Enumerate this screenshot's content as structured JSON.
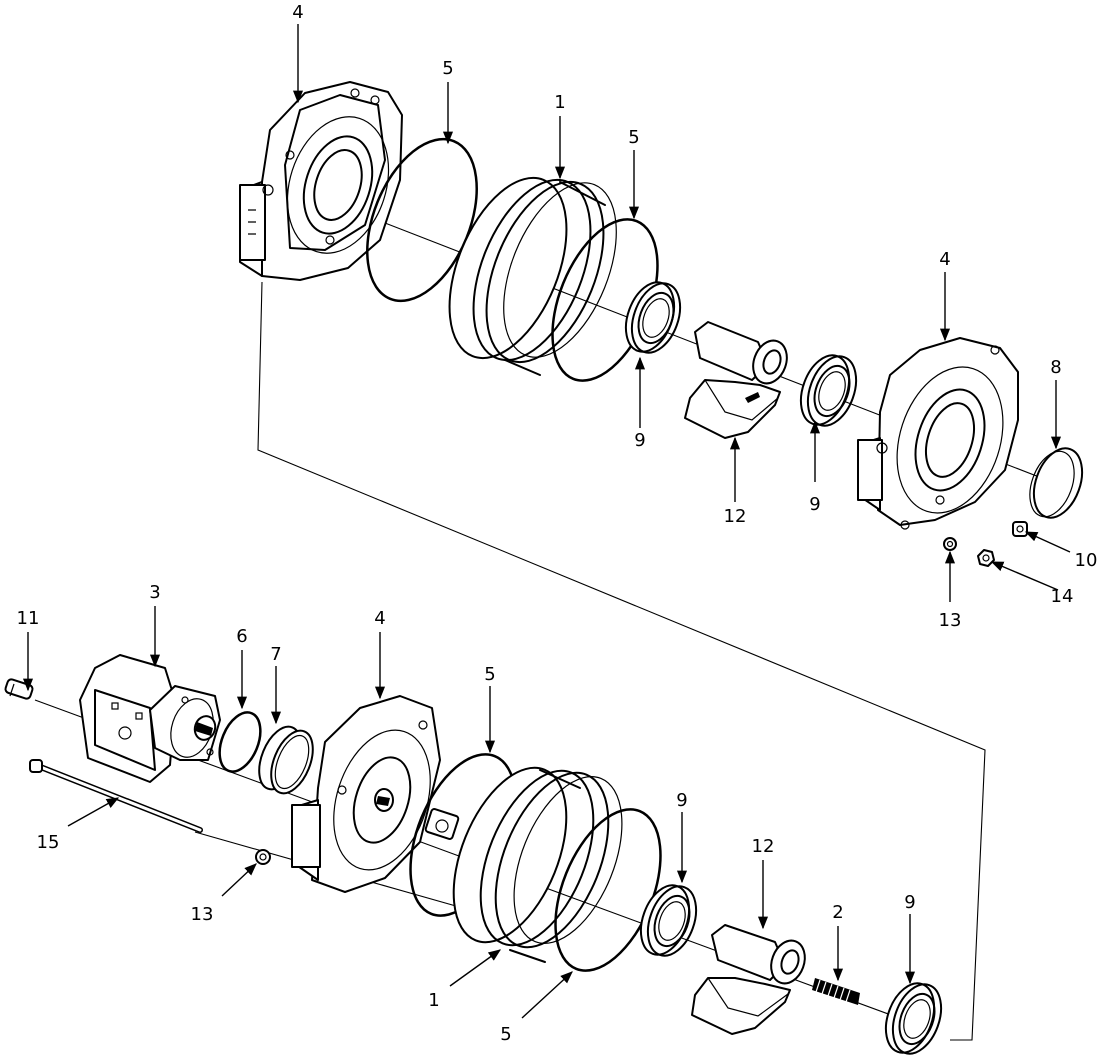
{
  "diagram": {
    "labels": {
      "l4a": "4",
      "l5a": "5",
      "l1a": "1",
      "l5b": "5",
      "l4b": "4",
      "l8": "8",
      "l9a": "9",
      "l12a": "12",
      "l9b": "9",
      "l10": "10",
      "l14": "14",
      "l13a": "13",
      "l11": "11",
      "l3": "3",
      "l6": "6",
      "l7": "7",
      "l4c": "4",
      "l5c": "5",
      "l9c": "9",
      "l12b": "12",
      "l2": "2",
      "l9d": "9",
      "l15": "15",
      "l13b": "13",
      "l1b": "1",
      "l5d": "5"
    }
  }
}
